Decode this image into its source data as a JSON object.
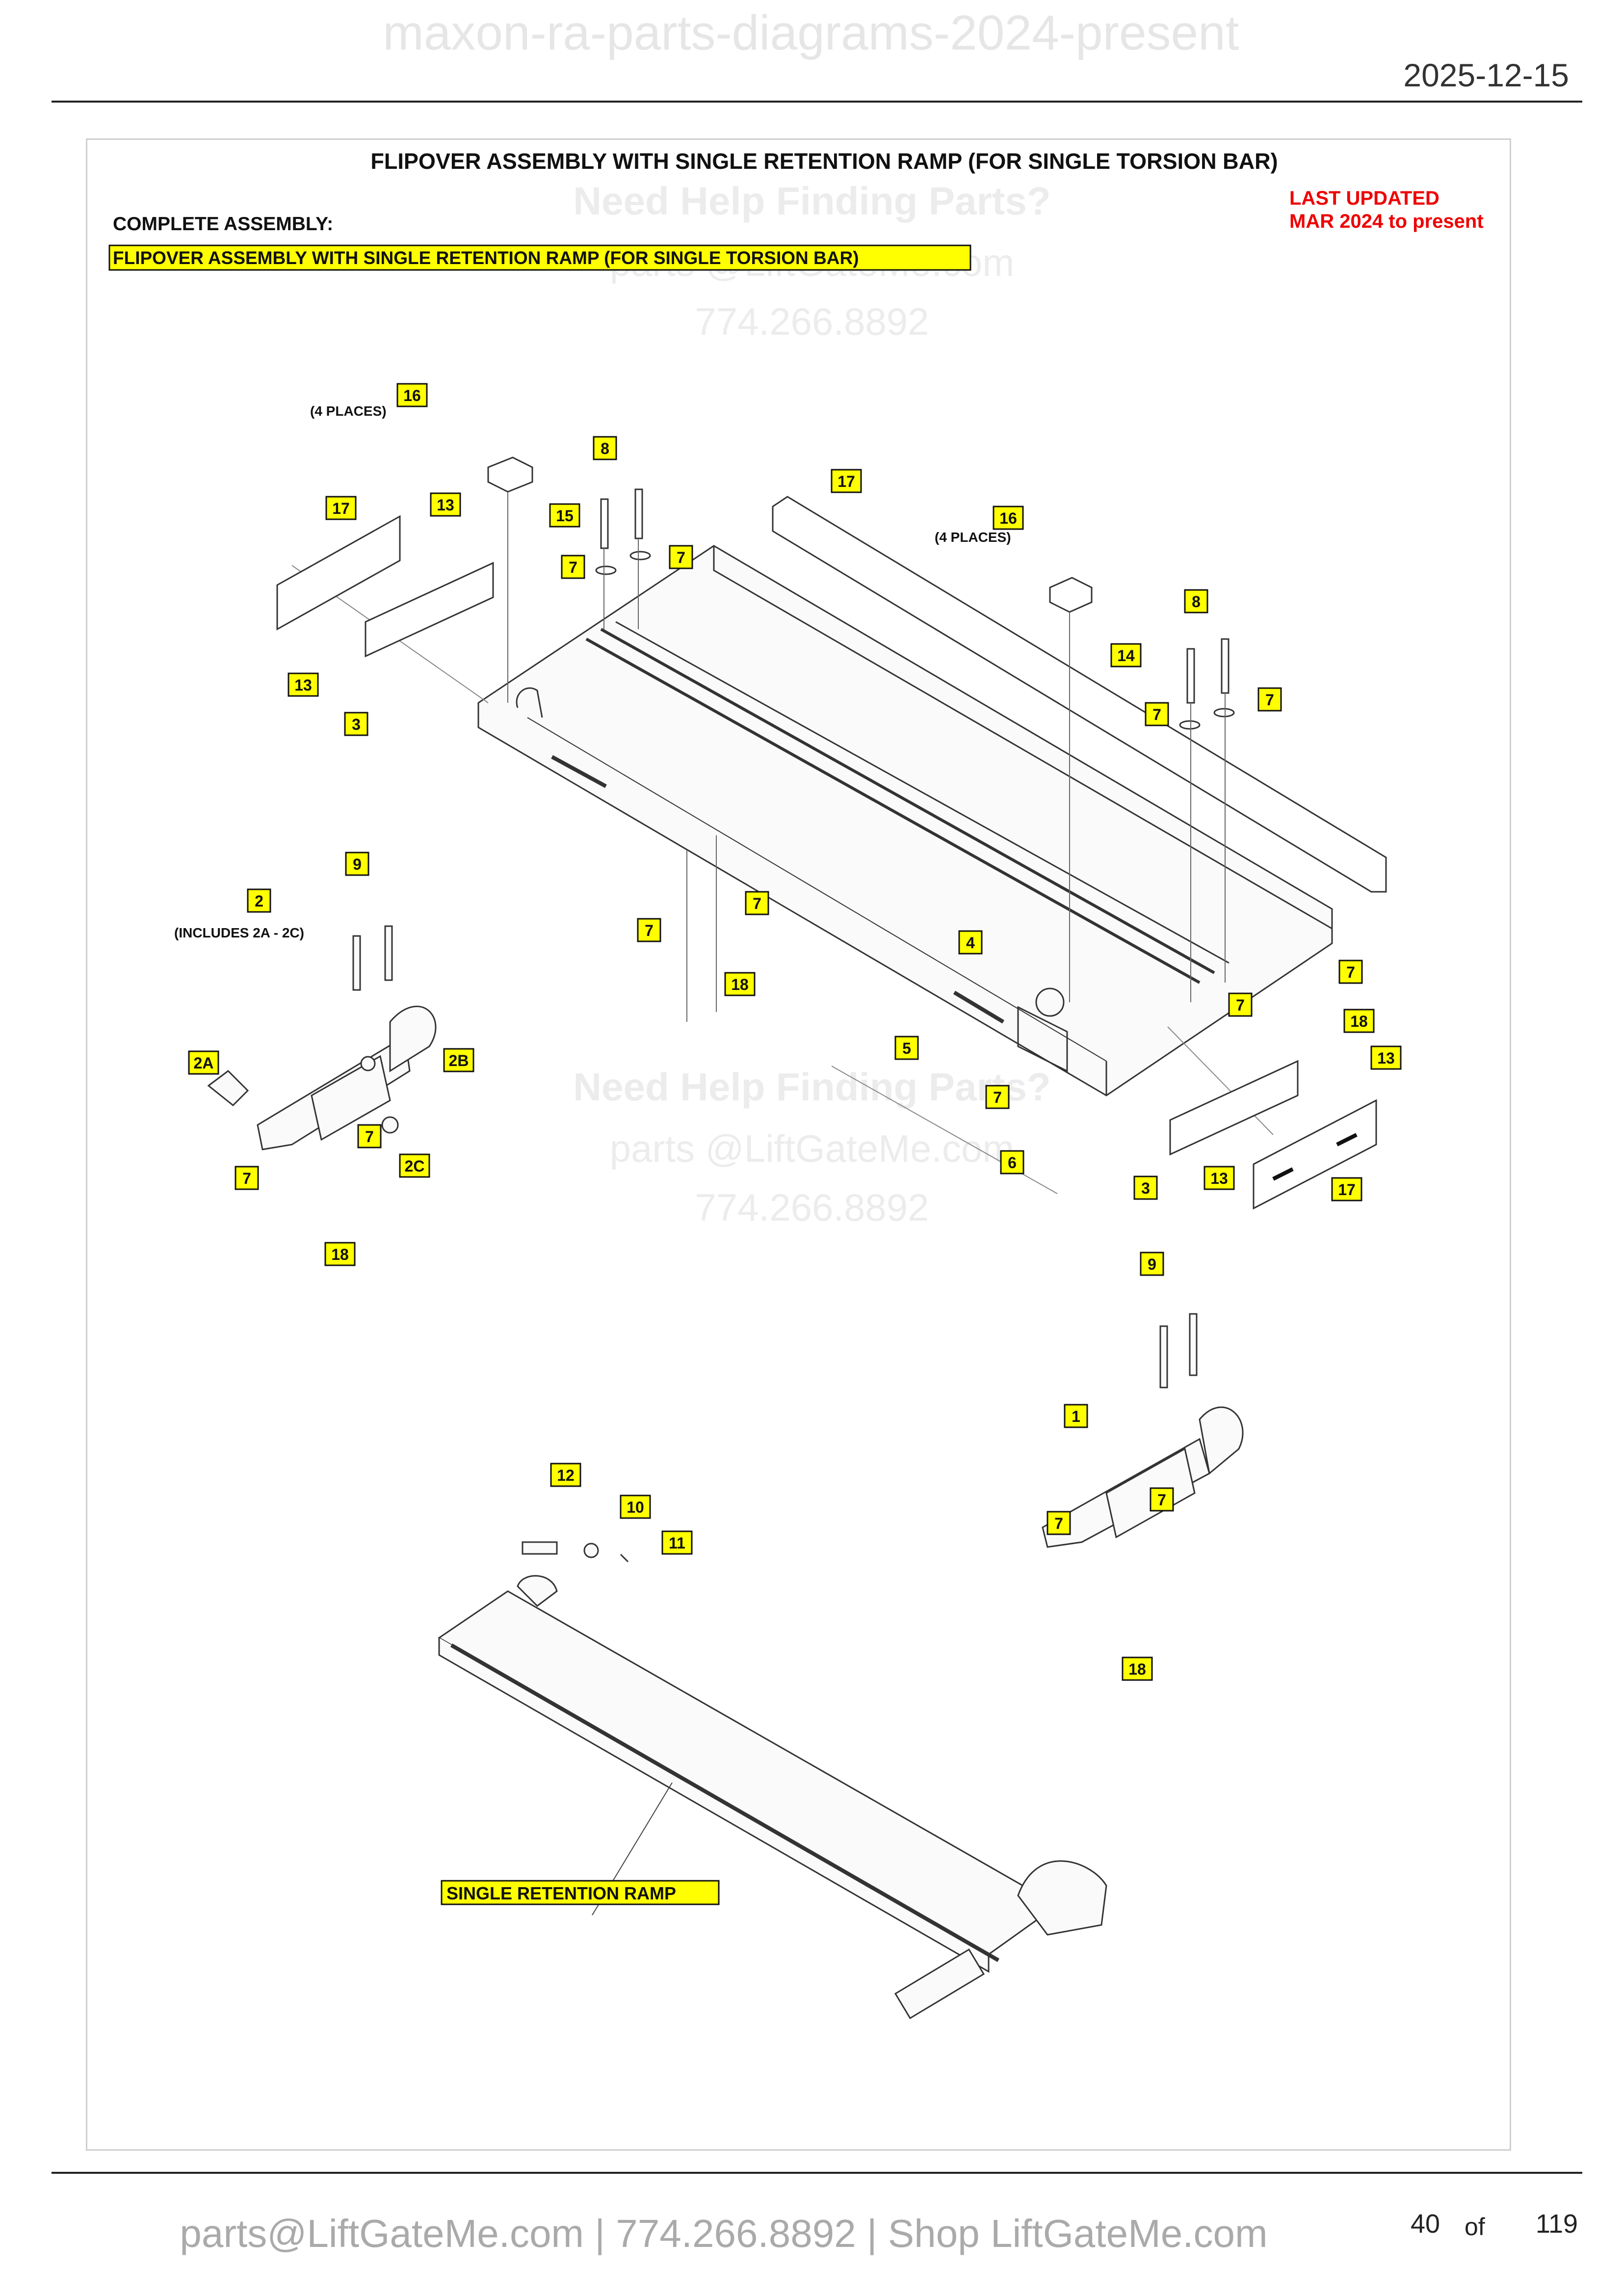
{
  "header": {
    "watermark": "maxon-ra-parts-diagrams-2024-present",
    "date": "2025-12-15"
  },
  "diagram": {
    "title": "FLIPOVER ASSEMBLY WITH SINGLE RETENTION RAMP (FOR SINGLE TORSION BAR)",
    "complete_assembly_label": "COMPLETE ASSEMBLY:",
    "complete_assembly_value": "FLIPOVER ASSEMBLY WITH SINGLE RETENTION RAMP (FOR SINGLE TORSION BAR)",
    "last_updated_1": "LAST UPDATED",
    "last_updated_2": "MAR 2024 to present",
    "notes": {
      "four_places": "(4 PLACES)",
      "includes": "(INCLUDES 2A - 2C)"
    },
    "ramp_label": "SINGLE RETENTION RAMP",
    "watermarks": {
      "help": "Need Help Finding Parts?",
      "email": "parts @LiftGateMe.com",
      "phone": "774.266.8892"
    },
    "callouts": [
      "16",
      "4 PLACES",
      "17",
      "13",
      "13",
      "3",
      "8",
      "7",
      "7",
      "15",
      "17",
      "16",
      "14",
      "8",
      "7",
      "7",
      "9",
      "2",
      "2A",
      "2B",
      "2C",
      "7",
      "7",
      "18",
      "7",
      "7",
      "18",
      "4",
      "5",
      "7",
      "6",
      "7",
      "7",
      "18",
      "13",
      "3",
      "13",
      "17",
      "9",
      "1",
      "7",
      "7",
      "18",
      "12",
      "10",
      "11"
    ]
  },
  "footer": {
    "contact": "parts@LiftGateMe.com | 774.266.8892 | Shop LiftGateMe.com",
    "page": "40",
    "of": "of",
    "total": "119"
  },
  "colors": {
    "highlight": "#ffff00",
    "accent_red": "#ee0000",
    "line": "#333333"
  }
}
